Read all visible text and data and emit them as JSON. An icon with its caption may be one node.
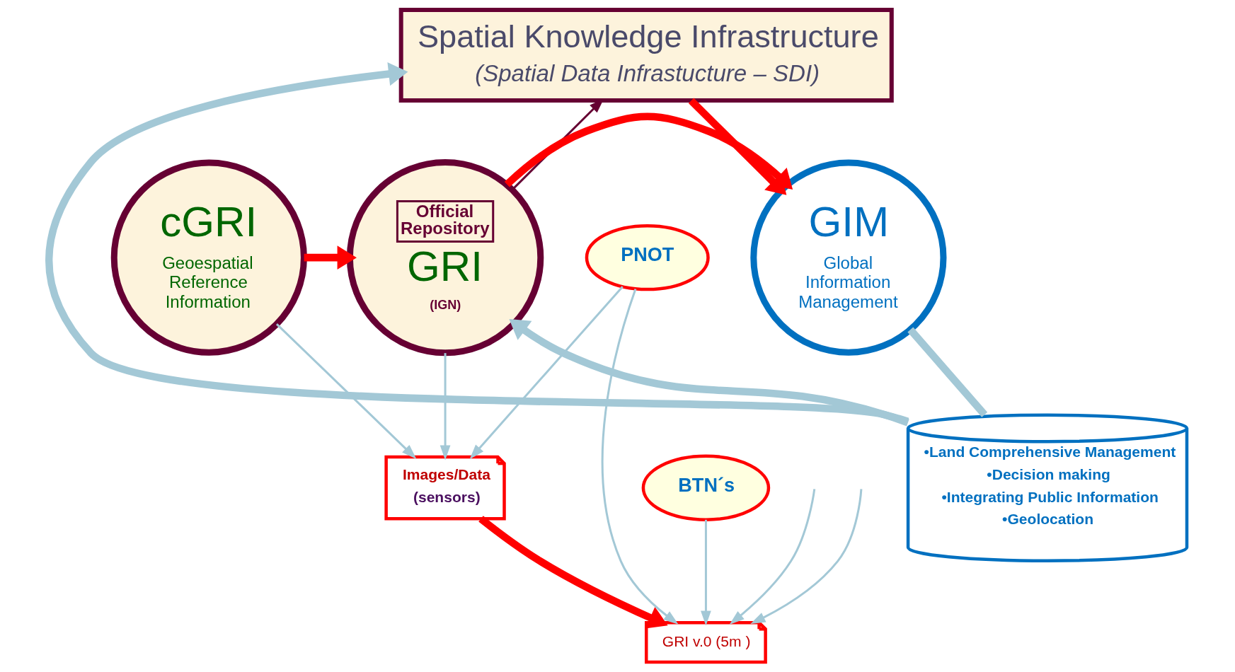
{
  "diagram": {
    "nodes": [
      {
        "text": [
          "Spatial Knowledge Infrastructure",
          "(Spatial Data Infrastucture – SDI)"
        ]
      },
      {
        "text": [
          "cGRI",
          "Geoespatial Reference Information"
        ]
      },
      {
        "text": [
          "Official Repository",
          "GRI",
          "(IGN)"
        ]
      },
      {
        "text": [
          "GIM",
          "Global Information Management"
        ]
      },
      {
        "text": [
          "•Land Comprehensive Management",
          "•Decision making",
          "•Integrating Public Information",
          "•Geolocation"
        ]
      },
      {
        "text": [
          "Images/Data",
          "(sensors)"
        ]
      },
      {
        "text": [
          "GRI v.0 (5m )"
        ]
      },
      {
        "text": [
          "PNOT"
        ]
      },
      {
        "text": [
          "BTN´s"
        ]
      }
    ],
    "edges": [
      {
        "from": 1,
        "to": 2,
        "arrow": "to",
        "style": "thick",
        "color": "#ff0000"
      },
      {
        "from": 2,
        "to": 3,
        "arrow": "to",
        "style": "thick",
        "color": "#ff0000"
      },
      {
        "from": 0,
        "to": 3,
        "arrow": "to",
        "style": "thick",
        "color": "#ff0000"
      },
      {
        "from": 2,
        "to": 0,
        "arrow": "to",
        "color": "#660033"
      },
      {
        "from": 4,
        "to": 2,
        "arrow": "to",
        "style": "thick",
        "color": "#a3c8d6"
      },
      {
        "from": 4,
        "to": 0,
        "arrow": "to",
        "style": "thick",
        "color": "#a3c8d6"
      },
      {
        "from": 3,
        "to": 4,
        "arrow": "none",
        "style": "thick",
        "color": "#a3c8d6"
      },
      {
        "from": 1,
        "to": 5,
        "arrow": "to"
      },
      {
        "from": 2,
        "to": 5,
        "arrow": "to"
      },
      {
        "from": 5,
        "to": 6,
        "arrow": "to",
        "style": "thick",
        "color": "#ff0000"
      },
      {
        "from": 7,
        "to": 5,
        "arrow": "to"
      },
      {
        "from": 7,
        "to": 6,
        "arrow": "to"
      },
      {
        "from": 8,
        "to": 6,
        "arrow": "to"
      },
      {
        "from": null,
        "to": 6,
        "arrow": "to"
      },
      {
        "from": null,
        "to": 6,
        "arrow": "to"
      }
    ]
  }
}
